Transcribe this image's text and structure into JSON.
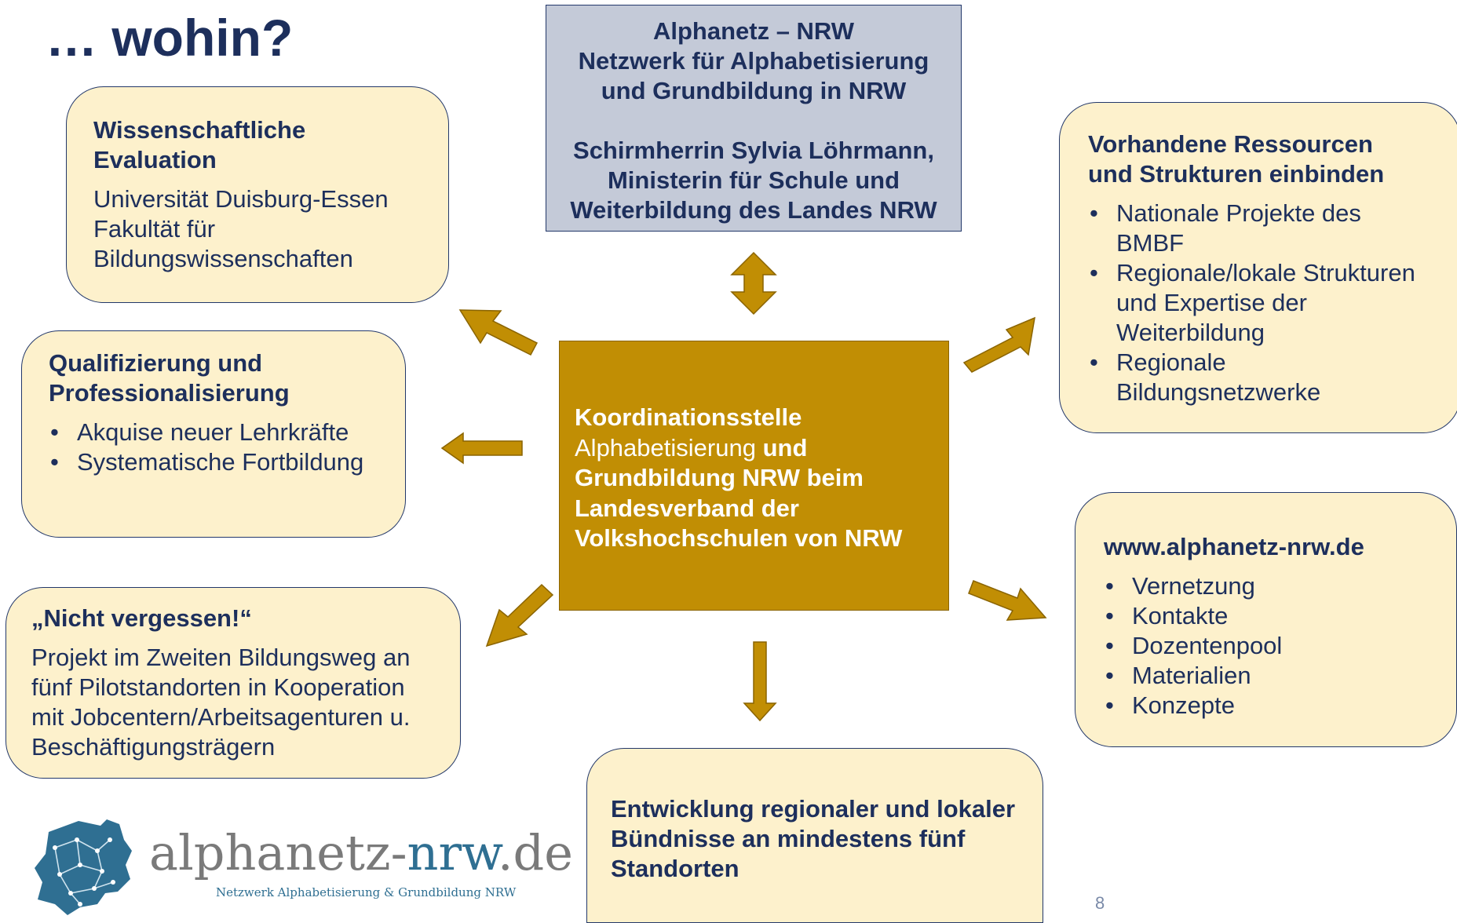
{
  "slide": {
    "title": "… wohin?",
    "page_number": "8"
  },
  "top_box": {
    "line1": "Alphanetz – NRW",
    "line2": "Netzwerk für Alphabetisierung\nund Grundbildung in NRW",
    "line3": "Schirmherrin Sylvia Löhrmann,\nMinisterin für Schule und\nWeiterbildung des Landes NRW"
  },
  "center_box": {
    "bold1": "Koordinationsstelle",
    "normal1": "Alphabetisierung",
    "bold2": "und",
    "bold3": "Grundbildung NRW beim",
    "bold4": "Landesverband der",
    "bold5": "Volkshochschulen von NRW"
  },
  "evaluation_box": {
    "heading": "Wissenschaftliche Evaluation",
    "lines": [
      "Universität Duisburg-Essen",
      "Fakultät für",
      "Bildungswissenschaften"
    ]
  },
  "qualification_box": {
    "heading": "Qualifizierung und Professionalisierung",
    "items": [
      "Akquise neuer Lehrkräfte",
      "Systematische Fortbildung"
    ]
  },
  "project_box": {
    "heading": "„Nicht vergessen!“",
    "text": "Projekt im Zweiten Bildungsweg an fünf Pilotstandorten in Kooperation mit Jobcentern/Arbeitsagenturen u. Beschäftigungsträgern"
  },
  "resources_box": {
    "heading": "Vorhandene Ressourcen und Strukturen einbinden",
    "items": [
      "Nationale Projekte des BMBF",
      "Regionale/lokale Strukturen und Expertise der Weiterbildung",
      "Regionale Bildungsnetzwerke"
    ]
  },
  "website_box": {
    "heading": "www.alphanetz-nrw.de",
    "items": [
      "Vernetzung",
      "Kontakte",
      "Dozentenpool",
      "Materialien",
      "Konzepte"
    ]
  },
  "alliances_box": {
    "heading": "Entwicklung regionaler und lokaler Bündnisse an mindestens fünf Standorten"
  },
  "logo": {
    "main_gray": "alphanetz-",
    "main_accent": "nrw",
    "main_gray2": ".de",
    "subtitle": "Netzwerk Alphabetisierung & Grundbildung NRW"
  },
  "colors": {
    "box_fill": "#fdf1cc",
    "box_border": "#23386a",
    "text": "#1d2f5c",
    "center_fill": "#c18e04",
    "top_fill": "#c4cad8",
    "arrow_fill": "#c18e04",
    "arrow_stroke": "#8a6400",
    "logo_blue": "#2f6f92"
  }
}
